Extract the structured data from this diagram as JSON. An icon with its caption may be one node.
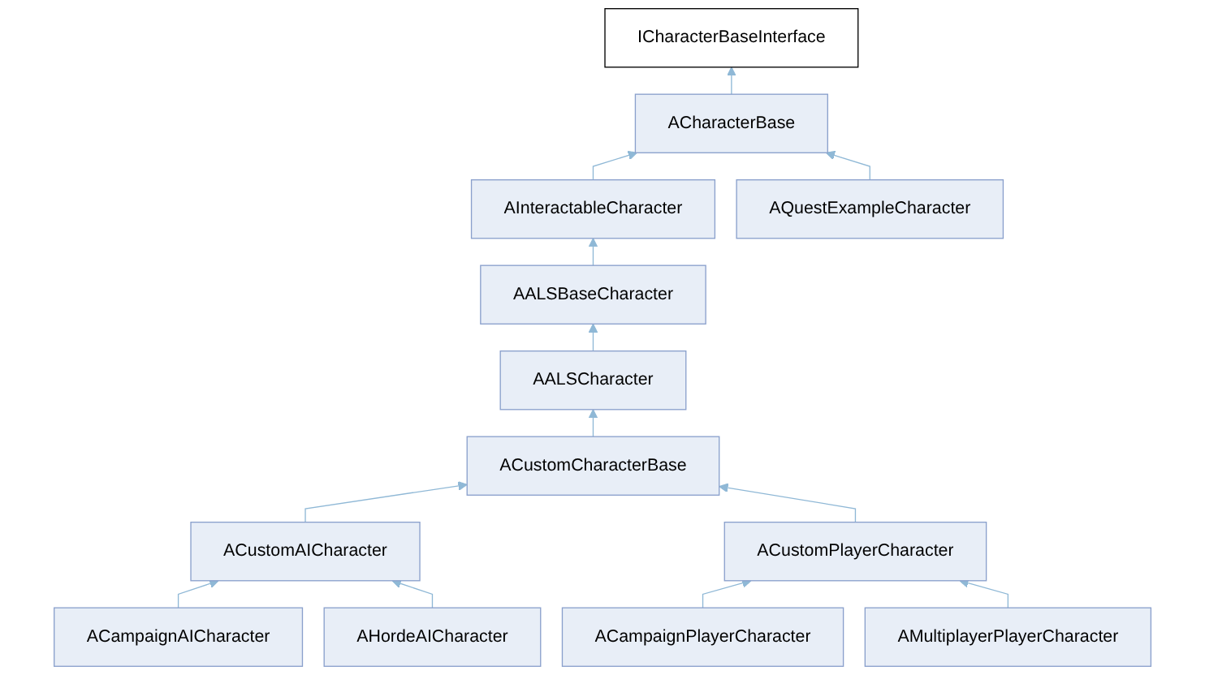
{
  "diagram": {
    "nodes": [
      {
        "text": [
          "ICharacterBaseInterface"
        ]
      },
      {
        "text": [
          "ACharacterBase"
        ]
      },
      {
        "text": [
          "AInteractableCharacter"
        ]
      },
      {
        "text": [
          "AQuestExampleCharacter"
        ]
      },
      {
        "text": [
          "AALSBaseCharacter"
        ]
      },
      {
        "text": [
          "AALSCharacter"
        ]
      },
      {
        "text": [
          "ACustomCharacterBase"
        ]
      },
      {
        "text": [
          "ACustomAICharacter"
        ]
      },
      {
        "text": [
          "ACustomPlayerCharacter"
        ]
      },
      {
        "text": [
          "ACampaignAICharacter"
        ]
      },
      {
        "text": [
          "AHordeAICharacter"
        ]
      },
      {
        "text": [
          "ACampaignPlayerCharacter"
        ]
      },
      {
        "text": [
          "AMultiplayerPlayerCharacter"
        ]
      }
    ],
    "edges": [
      {
        "from": 1,
        "to": 0,
        "arrow": "to"
      },
      {
        "from": 2,
        "to": 1,
        "arrow": "to"
      },
      {
        "from": 3,
        "to": 1,
        "arrow": "to"
      },
      {
        "from": 4,
        "to": 2,
        "arrow": "to"
      },
      {
        "from": 5,
        "to": 4,
        "arrow": "to"
      },
      {
        "from": 6,
        "to": 5,
        "arrow": "to"
      },
      {
        "from": 7,
        "to": 6,
        "arrow": "to"
      },
      {
        "from": 8,
        "to": 6,
        "arrow": "to"
      },
      {
        "from": 9,
        "to": 7,
        "arrow": "to"
      },
      {
        "from": 10,
        "to": 7,
        "arrow": "to"
      },
      {
        "from": 11,
        "to": 8,
        "arrow": "to"
      },
      {
        "from": 12,
        "to": 8,
        "arrow": "to"
      }
    ]
  }
}
